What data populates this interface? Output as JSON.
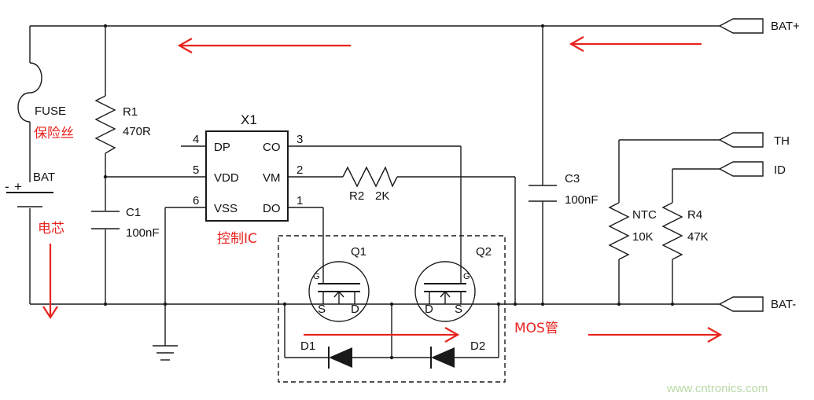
{
  "colors": {
    "wire": "#1a1a1a",
    "annotation": "#e8231f",
    "watermark": "#b9d9a6"
  },
  "ports": {
    "bat_plus": "BAT+",
    "th": "TH",
    "id": "ID",
    "bat_minus": "BAT-"
  },
  "fuse": {
    "label": "FUSE",
    "cn": "保险丝"
  },
  "battery": {
    "label": "BAT",
    "cn": "电芯",
    "plus": "+",
    "minus": "-"
  },
  "r1": {
    "name": "R1",
    "value": "470R"
  },
  "c1": {
    "name": "C1",
    "value": "100nF"
  },
  "c3": {
    "name": "C3",
    "value": "100nF"
  },
  "r2": {
    "name": "R2",
    "value": "2K"
  },
  "ntc": {
    "name": "NTC",
    "value": "10K"
  },
  "r4": {
    "name": "R4",
    "value": "47K"
  },
  "ic": {
    "name": "X1",
    "cn": "控制IC",
    "pins": [
      {
        "num": "4",
        "label": "DP"
      },
      {
        "num": "5",
        "label": "VDD"
      },
      {
        "num": "6",
        "label": "VSS"
      },
      {
        "num": "3",
        "label": "CO"
      },
      {
        "num": "2",
        "label": "VM"
      },
      {
        "num": "1",
        "label": "DO"
      }
    ]
  },
  "q1": {
    "name": "Q1",
    "g": "G",
    "s": "S",
    "d": "D"
  },
  "q2": {
    "name": "Q2",
    "g": "G",
    "s": "S",
    "d": "D"
  },
  "d1": {
    "name": "D1"
  },
  "d2": {
    "name": "D2"
  },
  "mos": {
    "cn": "MOS管"
  },
  "watermark": "www.cntronics.com"
}
